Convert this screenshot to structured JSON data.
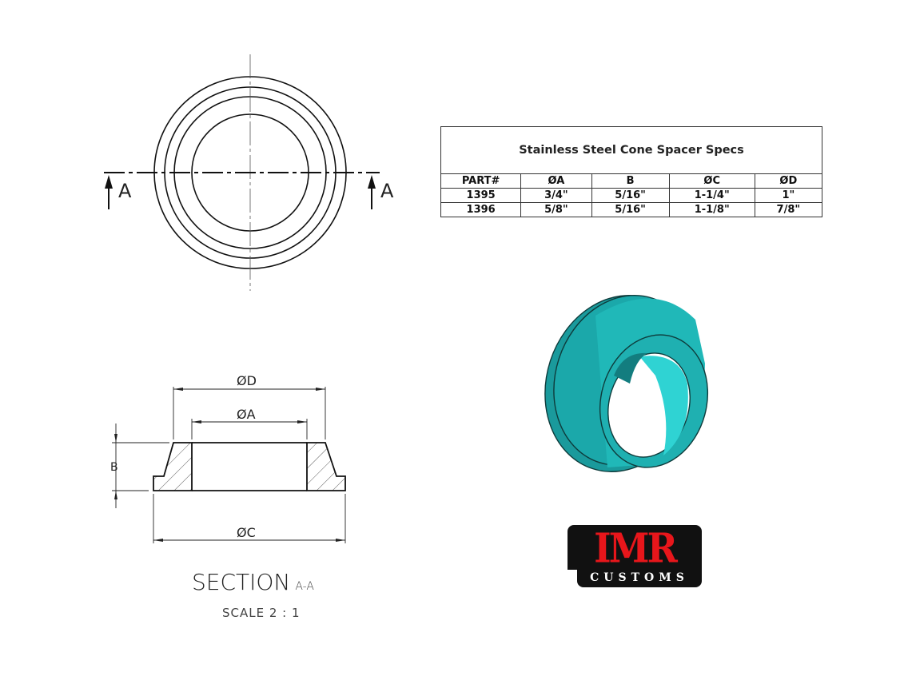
{
  "spec_table": {
    "title": "Stainless Steel Cone Spacer Specs",
    "headers": [
      "PART#",
      "ØA",
      "B",
      "ØC",
      "ØD"
    ],
    "rows": [
      [
        "1395",
        "3/4\"",
        "5/16\"",
        "1-1/4\"",
        "1\""
      ],
      [
        "1396",
        "5/8\"",
        "5/16\"",
        "1-1/8\"",
        "7/8\""
      ]
    ]
  },
  "top_view": {
    "section_marker_left": "A",
    "section_marker_right": "A"
  },
  "section_view": {
    "dim_D": "ØD",
    "dim_A": "ØA",
    "dim_B": "B",
    "dim_C": "ØC",
    "title": "SECTION",
    "title_suffix": "A-A",
    "scale": "SCALE 2 : 1"
  },
  "logo": {
    "main": "IMR",
    "sub": "CUSTOMS",
    "main_color": "#e8161b",
    "bg_color": "#111111"
  },
  "colors": {
    "part_teal": "#1bb3b3",
    "line": "#111111"
  }
}
